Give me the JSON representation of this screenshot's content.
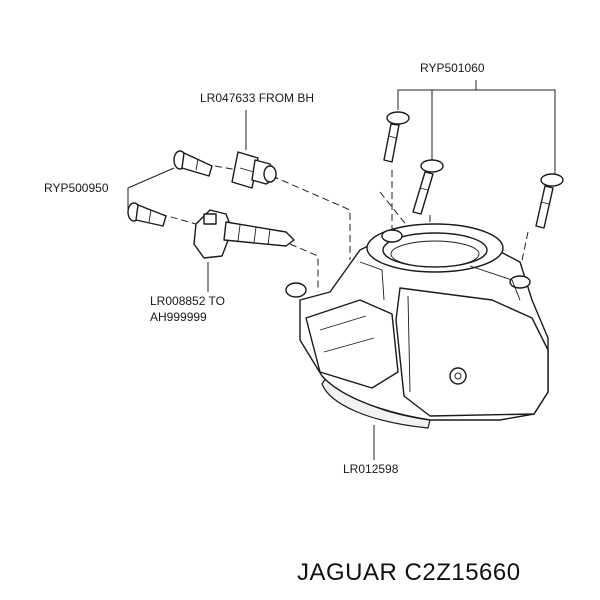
{
  "labels": {
    "bolts_top": "RYP501060",
    "sensor_from": "LR047633 FROM BH",
    "bolts_left": "RYP500950",
    "sensor_to_1": "LR008852 TO",
    "sensor_to_2": "AH999999",
    "throttle_body": "LR012598"
  },
  "caption": "JAGUAR C2Z15660"
}
